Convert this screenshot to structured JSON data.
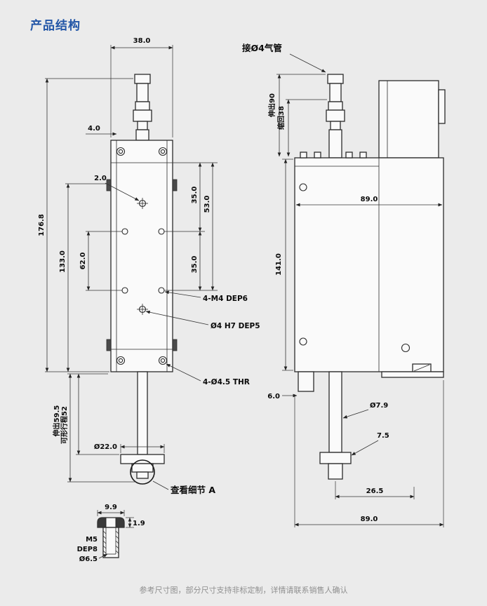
{
  "page": {
    "title": "产品结构",
    "footer": "参考尺寸图，部分尺寸支持非标定制，详情请联系销售人确认",
    "accent_blue": "#2356a7",
    "background": "#ebebeb"
  },
  "front_view": {
    "dim_top_width": "38.0",
    "dim_total_height": "176.8",
    "dim_body_height": "133.0",
    "dim_offset_top": "4.0",
    "dim_hole_offset": "2.0",
    "dim_hole_spacing": "62.0",
    "dim_right_top": "35.0",
    "dim_right_mid": "53.0",
    "dim_right_bottom": "35.0",
    "label_m4": "4-M4 DEP6",
    "label_h7": "Ø4 H7 DEP5",
    "label_thr": "4-Ø4.5 THR",
    "label_stroke_line1": "伸出59.5",
    "label_stroke_line2": "可形行程52",
    "dim_flange_dia": "Ø22.0",
    "detail_link": "查看细节 A"
  },
  "side_view": {
    "label_air": "接Ø4气管",
    "dim_extend": "伸出90",
    "dim_retract": "缩回38",
    "dim_width": "89.0",
    "dim_height": "141.0",
    "dim_step": "6.0",
    "dim_shaft_dia": "Ø7.9",
    "dim_flange": "7.5",
    "dim_shaft_offset": "26.5",
    "dim_bottom_width": "89.0"
  },
  "detail_a": {
    "dim_width": "9.9",
    "dim_lip": "1.9",
    "label_thread": "M5",
    "label_depth": "DEP8",
    "dim_dia": "Ø6.5"
  }
}
